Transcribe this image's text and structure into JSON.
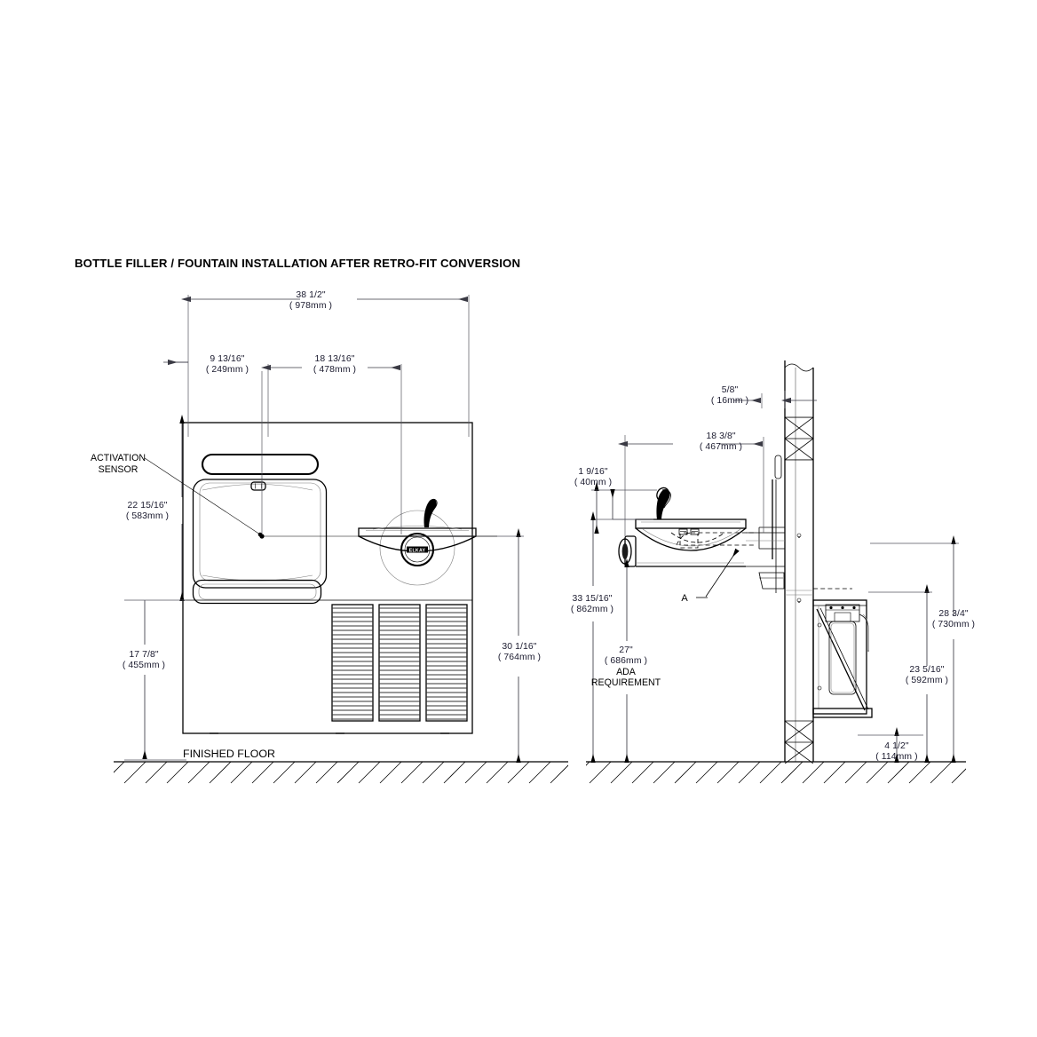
{
  "drawing": {
    "title": "BOTTLE FILLER / FOUNTAIN INSTALLATION AFTER RETRO-FIT CONVERSION",
    "type": "technical-installation-drawing",
    "views": [
      "front-elevation",
      "side-elevation"
    ]
  },
  "labels": {
    "activation_sensor_line1": "ACTIVATION",
    "activation_sensor_line2": "SENSOR",
    "finished_floor": "FINISHED FLOOR",
    "section_callout": "A",
    "ada_line1": "ADA",
    "ada_line2": "REQUIREMENT",
    "logo": "ELKAY"
  },
  "dimensions": {
    "overall_width": {
      "imperial": "38 1/2\"",
      "metric": "( 978mm )"
    },
    "sensor_offset": {
      "imperial": "9 13/16\"",
      "metric": "( 249mm )"
    },
    "bubbler_offset": {
      "imperial": "18 13/16\"",
      "metric": "( 478mm )"
    },
    "upper_height": {
      "imperial": "22 15/16\"",
      "metric": "( 583mm )"
    },
    "lower_height": {
      "imperial": "17 7/8\"",
      "metric": "( 455mm )"
    },
    "bowl_rim_height": {
      "imperial": "30 1/16\"",
      "metric": "( 764mm )"
    },
    "wall_thickness": {
      "imperial": "5/8\"",
      "metric": "( 16mm )"
    },
    "projection": {
      "imperial": "18 3/8\"",
      "metric": "( 467mm )"
    },
    "bubbler_rise": {
      "imperial": "1 9/16\"",
      "metric": "( 40mm )"
    },
    "filler_height": {
      "imperial": "33 15/16\"",
      "metric": "( 862mm )"
    },
    "ada_spout": {
      "imperial": "27\"",
      "metric": "( 686mm )"
    },
    "chiller_top": {
      "imperial": "28 3/4\"",
      "metric": "( 730mm )"
    },
    "chiller_mid": {
      "imperial": "23 5/16\"",
      "metric": "( 592mm )"
    },
    "chiller_clear": {
      "imperial": "4 1/2\"",
      "metric": "( 114mm )"
    }
  },
  "colors": {
    "ink": "#000000",
    "dimension_text": "#1a1a2e",
    "dimension_line": "#3a3a44",
    "background": "#ffffff"
  }
}
